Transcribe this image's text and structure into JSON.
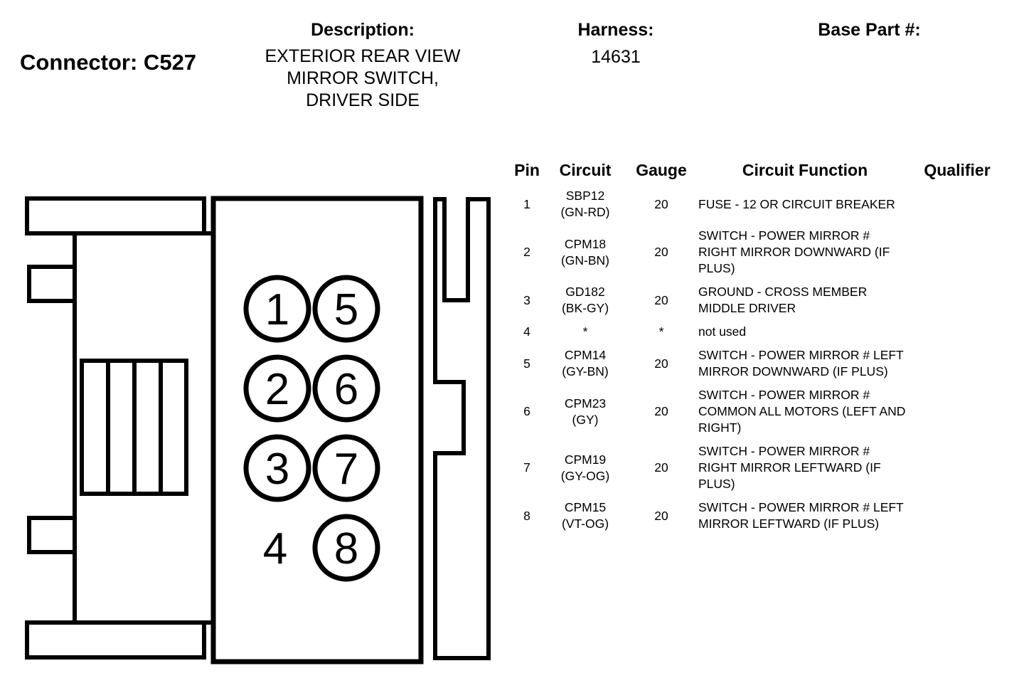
{
  "header": {
    "connector_label": "Connector: C527",
    "description_label": "Description:",
    "description_value": "EXTERIOR REAR VIEW MIRROR SWITCH, DRIVER SIDE",
    "harness_label": "Harness:",
    "harness_value": "14631",
    "base_part_label": "Base Part #:"
  },
  "connector_view": {
    "pin_labels": [
      "1",
      "2",
      "3",
      "4",
      "5",
      "6",
      "7",
      "8"
    ]
  },
  "pin_table": {
    "columns": [
      "Pin",
      "Circuit",
      "Gauge",
      "Circuit Function",
      "Qualifier"
    ],
    "rows": [
      {
        "pin": "1",
        "circuit": "SBP12",
        "circuit_color": "(GN-RD)",
        "gauge": "20",
        "function": "FUSE - 12 OR CIRCUIT BREAKER",
        "qualifier": ""
      },
      {
        "pin": "2",
        "circuit": "CPM18",
        "circuit_color": "(GN-BN)",
        "gauge": "20",
        "function": "SWITCH - POWER MIRROR # RIGHT MIRROR DOWNWARD (IF PLUS)",
        "qualifier": ""
      },
      {
        "pin": "3",
        "circuit": "GD182",
        "circuit_color": "(BK-GY)",
        "gauge": "20",
        "function": "GROUND - CROSS MEMBER MIDDLE DRIVER",
        "qualifier": ""
      },
      {
        "pin": "4",
        "circuit": "*",
        "circuit_color": "",
        "gauge": "*",
        "function": "not used",
        "qualifier": ""
      },
      {
        "pin": "5",
        "circuit": "CPM14",
        "circuit_color": "(GY-BN)",
        "gauge": "20",
        "function": "SWITCH - POWER MIRROR # LEFT MIRROR DOWNWARD (IF PLUS)",
        "qualifier": ""
      },
      {
        "pin": "6",
        "circuit": "CPM23",
        "circuit_color": "(GY)",
        "gauge": "20",
        "function": "SWITCH - POWER MIRROR # COMMON ALL MOTORS (LEFT AND RIGHT)",
        "qualifier": ""
      },
      {
        "pin": "7",
        "circuit": "CPM19",
        "circuit_color": "(GY-OG)",
        "gauge": "20",
        "function": "SWITCH - POWER MIRROR # RIGHT MIRROR LEFTWARD (IF PLUS)",
        "qualifier": ""
      },
      {
        "pin": "8",
        "circuit": "CPM15",
        "circuit_color": "(VT-OG)",
        "gauge": "20",
        "function": "SWITCH - POWER MIRROR # LEFT MIRROR LEFTWARD (IF PLUS)",
        "qualifier": ""
      }
    ]
  },
  "colors": {
    "ink": "#000000",
    "background": "#ffffff"
  }
}
